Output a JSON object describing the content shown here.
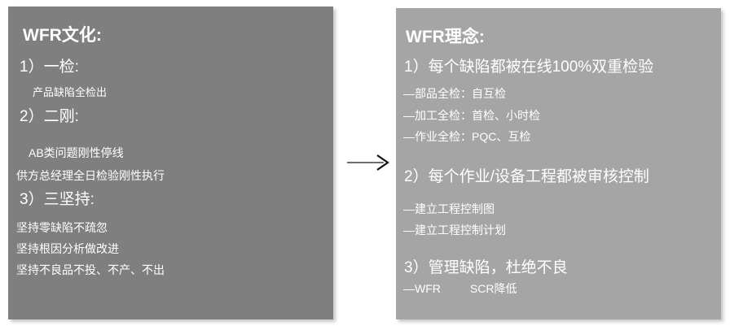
{
  "slide": {
    "background_color": "#ffffff"
  },
  "left_panel": {
    "background_color": "#7f7f7f",
    "text_color": "#ffffff",
    "title": "WFR文化:",
    "items": [
      {
        "heading": "1）一检:",
        "subs": [
          "产品缺陷全检出"
        ]
      },
      {
        "heading": "2）二刚:",
        "subs": [
          "AB类问题刚性停线",
          "供方总经理全日检验刚性执行"
        ]
      },
      {
        "heading": "3）三坚持:",
        "subs": [
          "坚持零缺陷不疏忽",
          "坚持根因分析做改进",
          "坚持不良品不投、不产、不出"
        ]
      }
    ]
  },
  "right_panel": {
    "background_color": "#a5a5a5",
    "text_color": "#ffffff",
    "title": "WFR理念:",
    "items": [
      {
        "heading": "1）每个缺陷都被在线100%双重检验",
        "subs": [
          "—部品全检：自互检",
          "—加工全检：首检、小时检",
          "—作业全检：PQC、互检"
        ]
      },
      {
        "heading": "2）每个作业/设备工程都被审核控制",
        "subs": [
          "—建立工程控制图",
          "—建立工程控制计划"
        ]
      },
      {
        "heading": "3）管理缺陷，杜绝不良",
        "subs_parts": {
          "left": "—WFR",
          "right": "SCR降低"
        }
      }
    ]
  },
  "connector": {
    "name": "arrow-right",
    "color": "#3f3f3f",
    "direction": "right"
  }
}
